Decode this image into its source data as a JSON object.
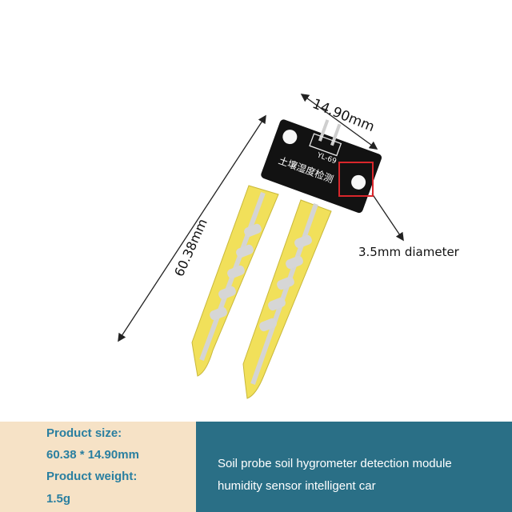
{
  "product": {
    "board_silkscreen": "YL-69",
    "board_chinese": "土壤湿度检测"
  },
  "dimensions": {
    "width_label": "14.90mm",
    "length_label": "60.38mm",
    "hole_label": "3.5mm diameter"
  },
  "specs": {
    "size_label": "Product size:",
    "size_value": "60.38 * 14.90mm",
    "weight_label": "Product weight:",
    "weight_value": "1.5g"
  },
  "description": {
    "line1": "Soil probe soil hygrometer detection module",
    "line2": "humidity sensor intelligent car"
  },
  "colors": {
    "pcb_yellow": "#f1e05a",
    "pcb_black": "#121212",
    "trace_silver": "#d4d4d4",
    "band_beige": "#f6e2c6",
    "band_teal": "#2a6f86",
    "spec_text": "#2a7fa0",
    "highlight_red": "#d8262b"
  }
}
